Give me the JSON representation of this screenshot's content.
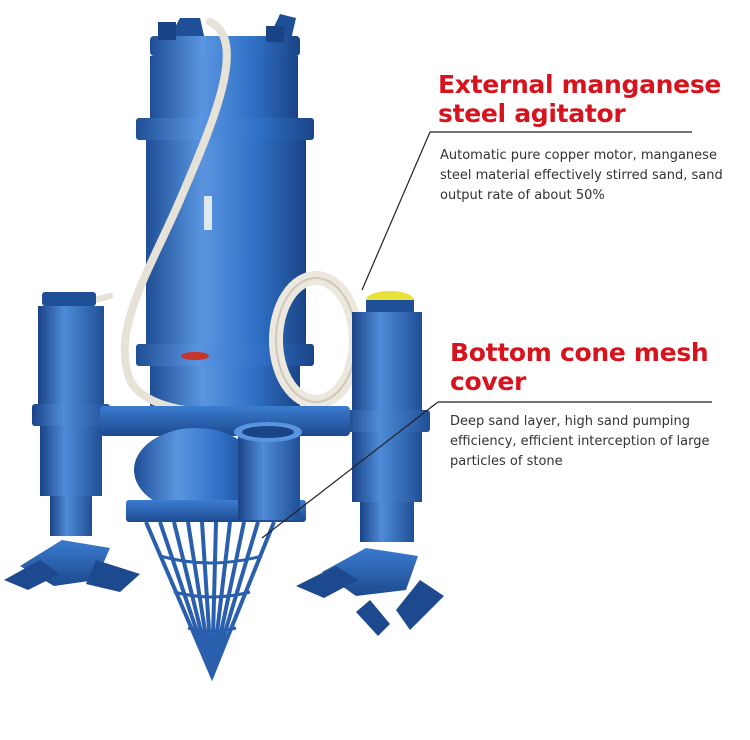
{
  "callouts": [
    {
      "title": "External manganese steel agitator",
      "description": "Automatic pure copper motor, manganese steel material effectively stirred sand, sand output rate of about 50%"
    },
    {
      "title": "Bottom cone mesh cover",
      "description": "Deep sand layer, high sand pumping efficiency, efficient interception of large particles of stone"
    }
  ],
  "colors": {
    "heading": "#d7141e",
    "pump_blue": "#2f6fc4",
    "pump_blue_dark": "#1f4f96",
    "pump_blue_light": "#5a95e0",
    "cable": "#e6e2d8",
    "agitator_cap": "#e8e23a",
    "leader_line": "#222222"
  }
}
